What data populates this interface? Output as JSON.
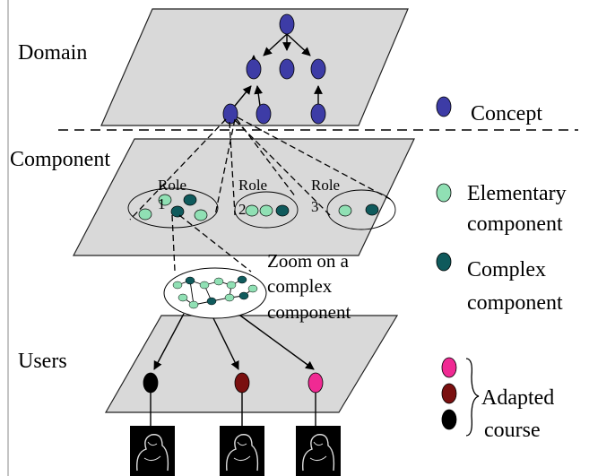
{
  "layers": {
    "domain": "Domain",
    "component": "Component",
    "users": "Users"
  },
  "roles": [
    {
      "word": "Role",
      "number": "1"
    },
    {
      "word": "Role",
      "number": "2"
    },
    {
      "word": "Role",
      "number": "3"
    }
  ],
  "zoom_text": [
    "Zoom on a",
    "complex",
    "component"
  ],
  "legend": {
    "concept": "Concept",
    "elementary": [
      "Elementary",
      "component"
    ],
    "complex": [
      "Complex",
      "component"
    ],
    "adapted": [
      "Adapted",
      "course"
    ]
  },
  "colors": {
    "concept": "#3d3ca6",
    "elementary": "#90e0b4",
    "complex": "#0f5a5c",
    "plane": "#d9d9d9",
    "course_pink": "#f02a93",
    "course_red": "#7a1010",
    "course_black": "#000000"
  },
  "icons": [
    "user-portrait-icon",
    "user-portrait-icon",
    "user-portrait-icon"
  ]
}
